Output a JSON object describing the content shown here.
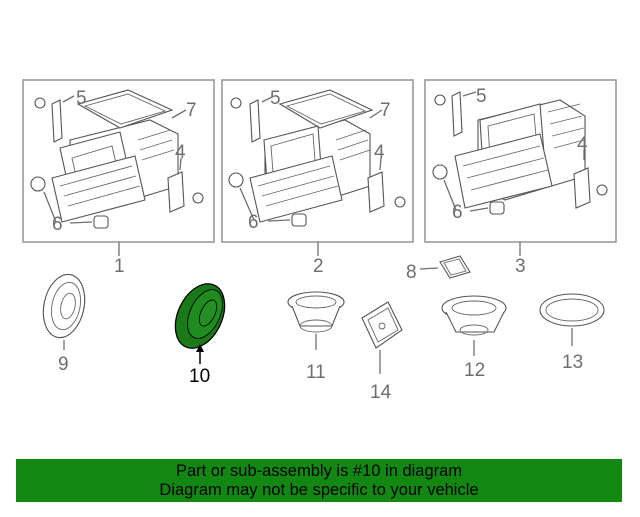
{
  "callouts": {
    "c1": "1",
    "c2": "2",
    "c3": "3",
    "c4a": "4",
    "c4b": "4",
    "c4c": "4",
    "c5a": "5",
    "c5b": "5",
    "c5c": "5",
    "c6a": "6",
    "c6b": "6",
    "c6c": "6",
    "c7a": "7",
    "c7b": "7",
    "c8": "8",
    "c9": "9",
    "c10": "10",
    "c11": "11",
    "c12": "12",
    "c13": "13",
    "c14": "14"
  },
  "banner": {
    "line1": "Part or sub-assembly is #10 in diagram",
    "line2": "Diagram may not be specific to your vehicle"
  },
  "colors": {
    "highlight": "#1a7a1a",
    "banner": "#128812"
  }
}
